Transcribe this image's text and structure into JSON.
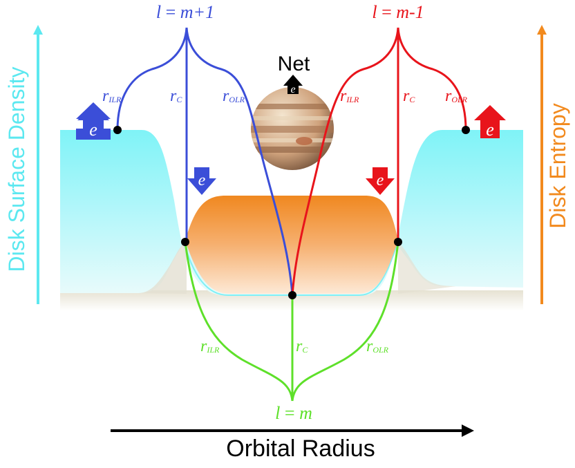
{
  "labels": {
    "y_left": "Disk Surface Density",
    "y_right": "Disk Entropy",
    "x_axis": "Orbital Radius",
    "net": "Net"
  },
  "resonances": {
    "blue": {
      "order_l": "l",
      "order_eq": " = ",
      "order_rhs": "m+1",
      "r_ilr": {
        "r": "r",
        "sub": "ILR"
      },
      "r_c": {
        "r": "r",
        "sub": "C"
      },
      "r_olr": {
        "r": "r",
        "sub": "OLR"
      }
    },
    "red": {
      "order_l": "l",
      "order_eq": " = ",
      "order_rhs": "m-1",
      "r_ilr": {
        "r": "r",
        "sub": "ILR"
      },
      "r_c": {
        "r": "r",
        "sub": "C"
      },
      "r_olr": {
        "r": "r",
        "sub": "OLR"
      }
    },
    "green": {
      "order_l": "l",
      "order_eq": " = ",
      "order_rhs": "m",
      "r_ilr": {
        "r": "r",
        "sub": "ILR"
      },
      "r_c": {
        "r": "r",
        "sub": "C"
      },
      "r_olr": {
        "r": "r",
        "sub": "OLR"
      }
    }
  },
  "arrows": {
    "eccentricity_symbol": "e"
  },
  "colors": {
    "blue": "#3b4ed8",
    "red": "#e8141b",
    "green": "#5ee02a",
    "cyan": "#5ce8f0",
    "orange": "#f28a1e",
    "axis": "#000000"
  }
}
